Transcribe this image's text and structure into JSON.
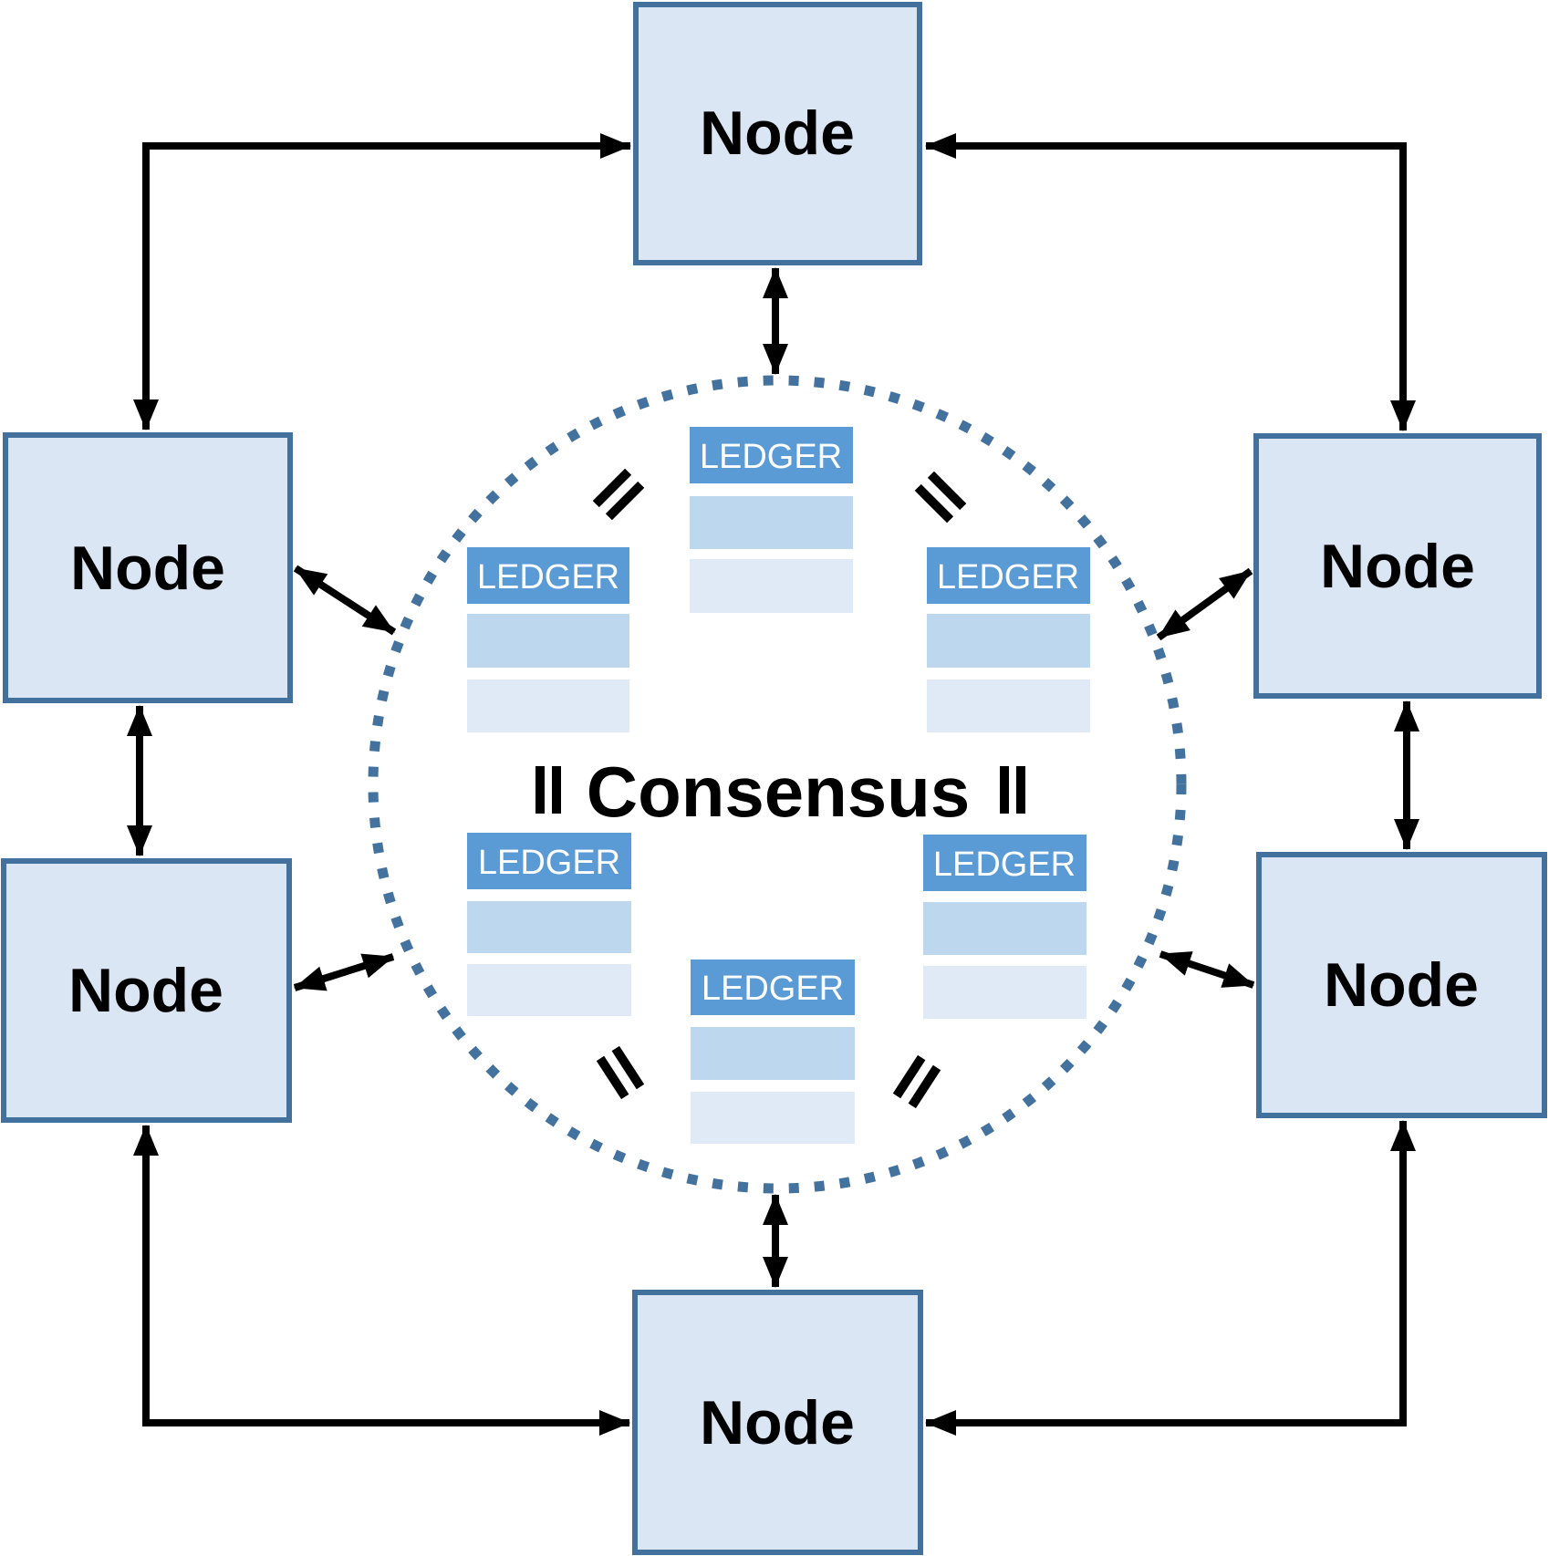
{
  "colors": {
    "node_fill": "#dbe6f4",
    "node_border": "#41719c",
    "ledger_header": "#5b9bd5",
    "ledger_row_mid": "#bdd7ee",
    "ledger_row_light": "#dfeaf6",
    "ledger_text": "#ffffff",
    "circle_dot": "#44729f",
    "arrow": "#000000",
    "text": "#000000"
  },
  "center": {
    "label": "Consensus",
    "equality_mark_symbol": "="
  },
  "nodes": [
    {
      "id": "top",
      "label": "Node"
    },
    {
      "id": "left-upper",
      "label": "Node"
    },
    {
      "id": "right-upper",
      "label": "Node"
    },
    {
      "id": "left-lower",
      "label": "Node"
    },
    {
      "id": "right-lower",
      "label": "Node"
    },
    {
      "id": "bottom",
      "label": "Node"
    }
  ],
  "ledgers": [
    {
      "id": "top",
      "label": "LEDGER"
    },
    {
      "id": "left-upper",
      "label": "LEDGER"
    },
    {
      "id": "right-upper",
      "label": "LEDGER"
    },
    {
      "id": "left-lower",
      "label": "LEDGER"
    },
    {
      "id": "right-lower",
      "label": "LEDGER"
    },
    {
      "id": "bottom",
      "label": "LEDGER"
    }
  ]
}
